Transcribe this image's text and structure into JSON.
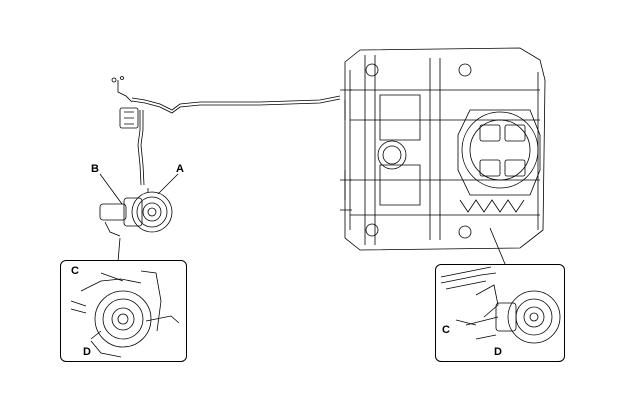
{
  "labels": {
    "main": {
      "a": "A",
      "b": "B"
    },
    "inset_left": {
      "c": "C",
      "d": "D"
    },
    "inset_right": {
      "c": "C",
      "d": "D"
    }
  },
  "colors": {
    "line": "#000000",
    "background": "#ffffff",
    "shade": "#cfcfcf"
  }
}
